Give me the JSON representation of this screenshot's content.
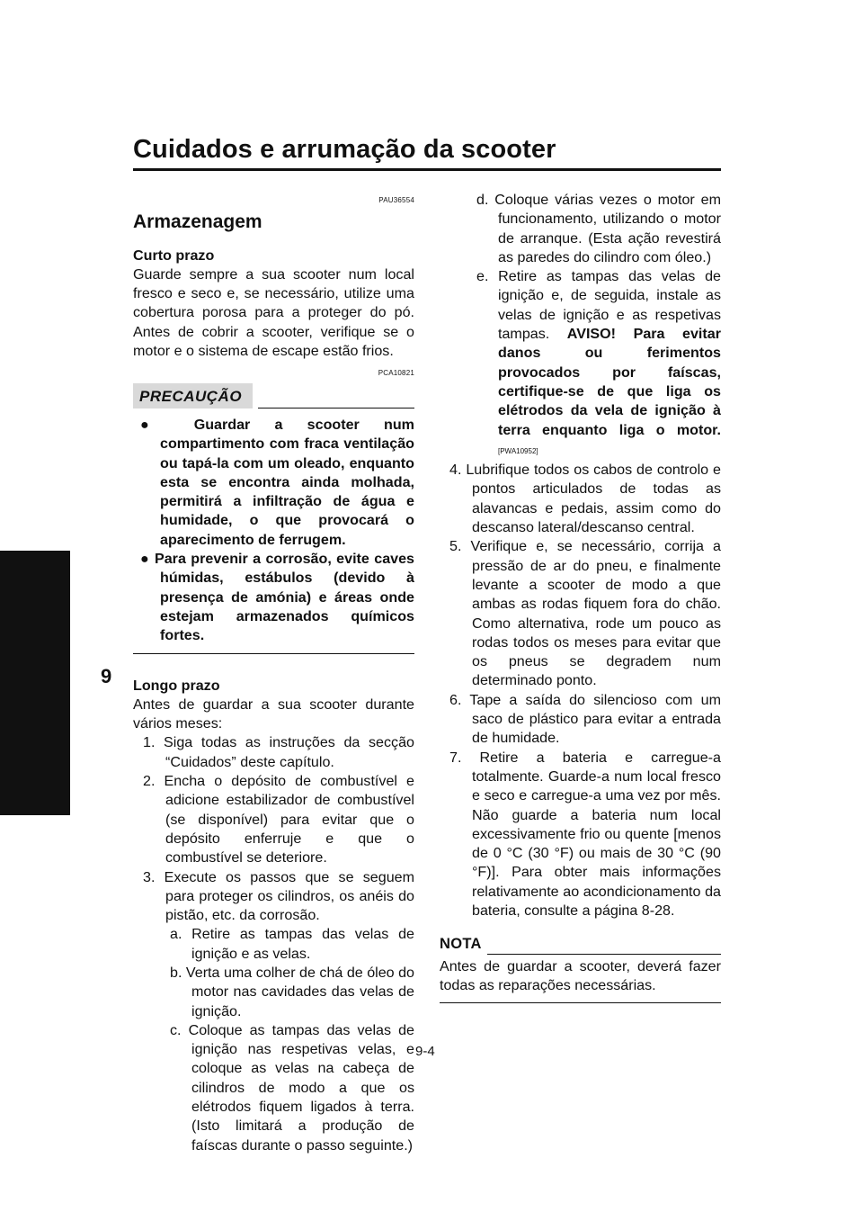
{
  "page_title": "Cuidados e arrumação da scooter",
  "chapter_number": "9",
  "page_number": "9-4",
  "left": {
    "code1": "PAU36554",
    "section_title": "Armazenagem",
    "short_term_title": "Curto prazo",
    "short_term_text": "Guarde sempre a sua scooter num local fresco e seco e, se necessário, utilize uma cobertura porosa para a proteger do pó. Antes de cobrir a scooter, verifique se o motor e o sistema de escape estão frios.",
    "code2": "PCA10821",
    "caution_label": "PRECAUÇÃO",
    "caution_bullets": [
      "Guardar a scooter num compartimento com fraca ventilação ou tapá-la com um oleado, enquanto esta se encontra ainda molhada, permitirá a infiltração de água e humidade, o que provocará o aparecimento de ferrugem.",
      "Para prevenir a corrosão, evite caves húmidas, estábulos (devido à presença de amónia) e áreas onde estejam armazenados químicos fortes."
    ],
    "long_term_title": "Longo prazo",
    "long_term_intro": "Antes de guardar a sua scooter durante vários meses:",
    "steps": [
      "1. Siga todas as instruções da secção “Cuidados” deste capítulo.",
      "2. Encha o depósito de combustível e adicione estabilizador de combustível (se disponível) para evitar que o depósito enferruje e que o combustível se deteriore.",
      "3. Execute os passos que se seguem para proteger os cilindros, os anéis do pistão, etc. da corrosão."
    ],
    "substeps": [
      "a. Retire as tampas das velas de ignição e as velas.",
      "b. Verta uma colher de chá de óleo do motor nas cavidades das velas de ignição.",
      "c. Coloque as tampas das velas de ignição nas respetivas velas, e coloque as velas na cabeça de cilindros de modo a que os elétrodos fiquem ligados à terra. (Isto limitará a produção de faíscas durante o passo seguinte.)"
    ]
  },
  "right": {
    "substep_d": "d. Coloque várias vezes o motor em funcionamento, utilizando o motor de arranque. (Esta ação revestirá as paredes do cilindro com óleo.)",
    "substep_e": "e. Retire as tampas das velas de ignição e, de seguida, instale as velas de ignição e as respetivas tampas.",
    "warning_text": "AVISO! Para evitar danos ou ferimentos provocados por faíscas, certifique-se de que liga os elétrodos da vela de ignição à terra enquanto liga o motor.",
    "warning_code": "[PWA10952]",
    "steps": [
      "4. Lubrifique todos os cabos de controlo e pontos articulados de todas as alavancas e pedais, assim como do descanso lateral/descanso central.",
      "5. Verifique e, se necessário, corrija a pressão de ar do pneu, e finalmente levante a scooter de modo a que ambas as rodas fiquem fora do chão. Como alternativa, rode um pouco as rodas todos os meses para evitar que os pneus se degradem num determinado ponto.",
      "6. Tape a saída do silencioso com um saco de plástico para evitar a entrada de humidade.",
      "7. Retire a bateria e carregue-a totalmente. Guarde-a num local fresco e seco e carregue-a uma vez por mês. Não guarde a bateria num local excessivamente frio ou quente [menos de 0 °C (30 °F) ou mais de 30 °C (90 °F)]. Para obter mais informações relativamente ao acondicionamento da bateria, consulte a página 8-28."
    ],
    "note_label": "NOTA",
    "note_text": "Antes de guardar a scooter, deverá fazer todas as reparações necessárias."
  }
}
